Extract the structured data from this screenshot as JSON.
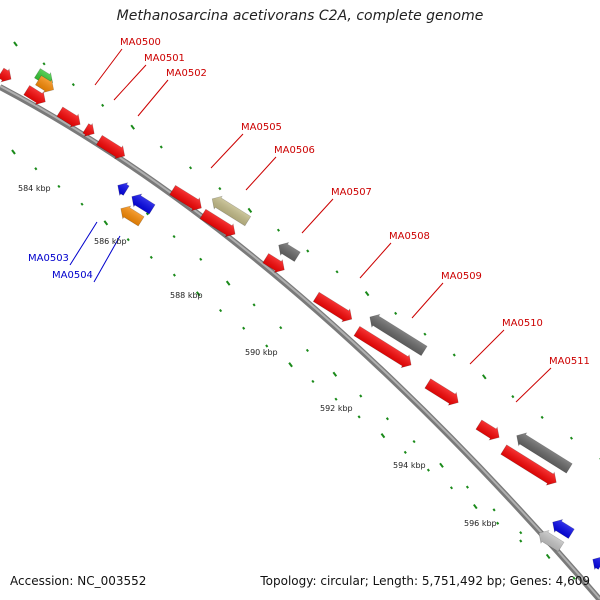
{
  "title": "Methanosarcina acetivorans C2A, complete genome",
  "footer": {
    "accession": "Accession: NC_003552",
    "summary": "Topology: circular; Length: 5,751,492 bp; Genes: 4,609"
  },
  "colors": {
    "backbone": "#8f8f8f",
    "forward_label": "#cc0000",
    "reverse_label": "#0000cc",
    "tick": "#1a8a1a",
    "cds": "#ff0000",
    "blue": "#0000ee",
    "orange": "#ff8c00",
    "green": "#33cc33",
    "olive": "#c8c08a",
    "gray": "#666666",
    "lightgray": "#c8c8c8"
  },
  "ruler": [
    "584 kbp",
    "586 kbp",
    "588 kbp",
    "590 kbp",
    "592 kbp",
    "594 kbp",
    "596 kbp"
  ],
  "gene_labels": [
    {
      "text": "MA0500",
      "strand": "forward"
    },
    {
      "text": "MA0501",
      "strand": "forward"
    },
    {
      "text": "MA0502",
      "strand": "forward"
    },
    {
      "text": "MA0503",
      "strand": "reverse"
    },
    {
      "text": "MA0504",
      "strand": "reverse"
    },
    {
      "text": "MA0505",
      "strand": "forward"
    },
    {
      "text": "MA0506",
      "strand": "forward"
    },
    {
      "text": "MA0507",
      "strand": "forward"
    },
    {
      "text": "MA0508",
      "strand": "forward"
    },
    {
      "text": "MA0509",
      "strand": "forward"
    },
    {
      "text": "MA0510",
      "strand": "forward"
    },
    {
      "text": "MA0511",
      "strand": "forward"
    }
  ]
}
